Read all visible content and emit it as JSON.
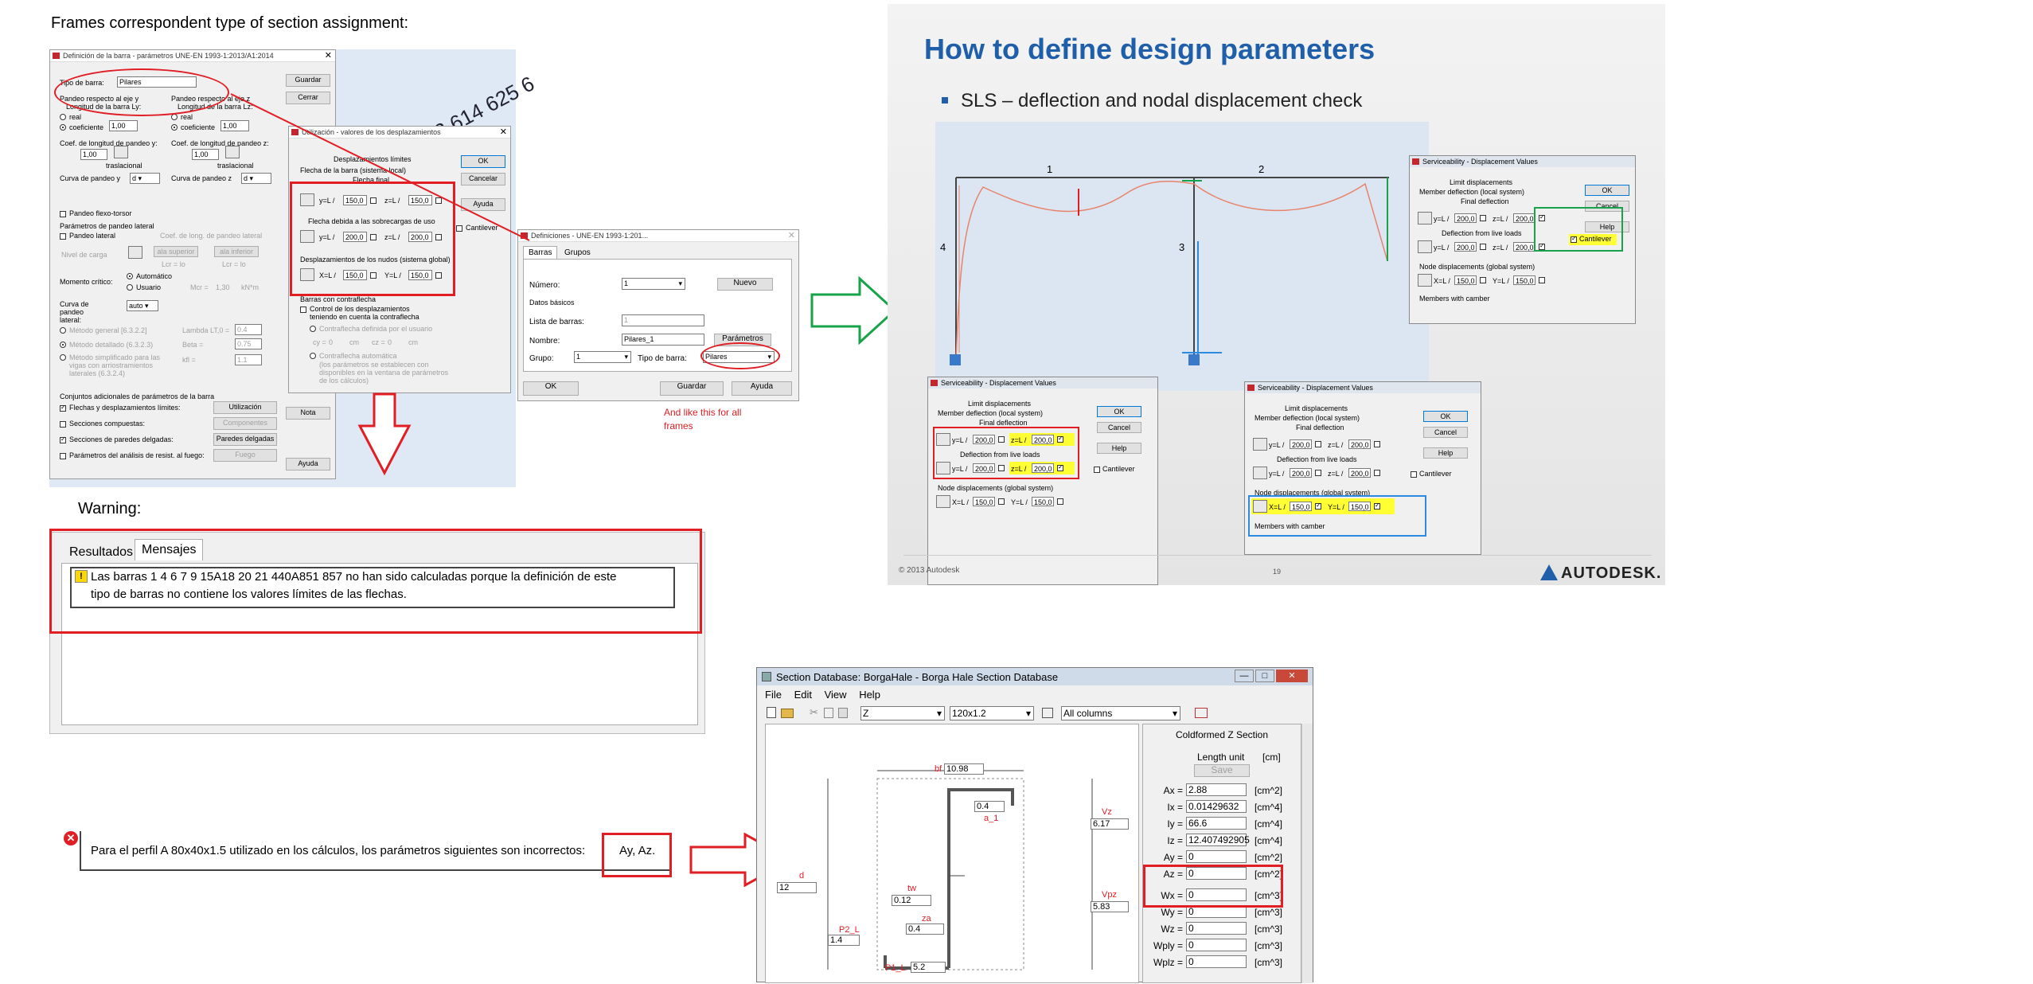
{
  "heading_frames": "Frames correspondent type of section assignment:",
  "barra_dialog": {
    "title": "Definición de la barra - parámetros UNE-EN 1993-1:2013/A1:2014",
    "tipo_label": "Tipo de barra:",
    "tipo_value": "Pilares",
    "guardar": "Guardar",
    "cerrar": "Cerrar",
    "pandeo_y": "Pandeo respecto al eje y",
    "pandeo_z": "Pandeo respecto al eje z",
    "longitud_y": "Longitud de la barra Ly:",
    "longitud_z": "Longitud de la barra Lz:",
    "real": "real",
    "coeficiente": "coeficiente",
    "ly_value": "1,00",
    "lz_value": "1,00",
    "coef_y": "Coef. de longitud de pandeo y:",
    "coef_z": "Coef. de longitud de pandeo z:",
    "ky_value": "1,00",
    "kz_value": "1,00",
    "traslacional": "traslacional",
    "curva_y": "Curva de pandeo y",
    "curva_z": "Curva de pandeo z",
    "curva_y_val": "d",
    "curva_z_val": "d",
    "flexo": "Pandeo flexo-torsor",
    "param_lat": "Parámetros de pandeo lateral",
    "pandeo_lat": "Pandeo lateral",
    "nivel_carga": "Nivel de carga",
    "coef_long_lat": "Coef. de long. de pandeo lateral",
    "ala_sup": "ala superior",
    "ala_inf": "ala inferior",
    "lcr_up": "Lcr = lo",
    "lcr_low": "Lcr = lo",
    "momento": "Momento crítico:",
    "automatico": "Automático",
    "usuario": "Usuario",
    "mcr": "Mcr =",
    "mcr_val": "1,30",
    "knm": "kN*m",
    "curva_lat": "Curva de pandeo lateral:",
    "curva_lat_val": "auto",
    "metodo_general": "Método general [6.3.2.2]",
    "lambda_lt": "Lambda LT,0 =",
    "lambda_val": "0.4",
    "metodo_det": "Método detallado (6.3.2.3)",
    "beta": "Beta =",
    "beta_val": "0.75",
    "metodo_simpl": "Método simplificado para las vigas con arriostramientos laterales (6.3.2.4)",
    "kfl": "kfl =",
    "kfl_val": "1.1",
    "conjuntos": "Conjuntos adicionales de parámetros de la barra",
    "flechas": "Flechas y desplazamientos límites:",
    "utilizacion": "Utilización",
    "secciones_comp": "Secciones compuestas:",
    "componentes": "Componentes",
    "secciones_del": "Secciones de paredes delgadas:",
    "paredes": "Paredes delgadas",
    "param_fuego": "Parámetros del análisis de resist. al fuego:",
    "fuego": "Fuego",
    "nota": "Nota",
    "ayuda": "Ayuda",
    "bg_numbers": "3 614 625 6"
  },
  "util_dialog": {
    "title": "Utilización - valores de los desplazamientos",
    "desp_lim": "Desplazamientos límites",
    "flecha_local": "Flecha de la barra (sistema local)",
    "flecha_final": "Flecha final",
    "y_l": "y=L /",
    "z_l": "z=L /",
    "x_l": "X=L /",
    "y_l2": "Y=L /",
    "v150": "150,0",
    "v200": "200,0",
    "flecha_sobrecargas": "Flecha debida a las sobrecargas de uso",
    "desp_nudos": "Desplazamientos de los nudos (sistema global)",
    "ok": "OK",
    "cancelar": "Cancelar",
    "ayuda": "Ayuda",
    "cantilever": "Cantilever",
    "barras_contra": "Barras con contraflecha",
    "control_contra": "Control de los desplazamientos teniendo en cuenta la contraflecha",
    "contra_usuario": "Contraflecha definida por el usuario",
    "contra_auto": "Contraflecha automática",
    "contra_nota": "(los parámetros se establecen con disponibles en la ventana de parámetros de los cálculos)",
    "cy": "cy =",
    "cz": "cz =",
    "cval": "0",
    "cm": "cm"
  },
  "def_dialog": {
    "title": "Definiciones - UNE-EN 1993-1:201...",
    "tab_barras": "Barras",
    "tab_grupos": "Grupos",
    "numero": "Número:",
    "numero_val": "1",
    "nuevo": "Nuevo",
    "datos": "Datos básicos",
    "lista": "Lista de barras:",
    "lista_val": "1",
    "nombre": "Nombre:",
    "nombre_val": "Pilares_1",
    "parametros": "Parámetros",
    "grupo": "Grupo:",
    "grupo_val": "1",
    "tipo": "Tipo de barra:",
    "tipo_val": "Pilares",
    "ok": "OK",
    "guardar": "Guardar",
    "ayuda": "Ayuda"
  },
  "note_red": "And like this for all frames",
  "warning_label": "Warning:",
  "msg_panel": {
    "tab1": "Resultados",
    "tab2": "Mensajes",
    "line1": "Las barras  1 4 6 7 9 15A18 20 21 440A851 857   no han sido calculadas porque la definición de este",
    "line2": "tipo de barras no contiene los valores límites de las flechas."
  },
  "error_line": {
    "text": "Para el perfil A 80x40x1.5 utilizado en los cálculos, los parámetros siguientes son incorrectos:",
    "params": "Ay, Az."
  },
  "slide": {
    "title": "How to define design parameters",
    "bullet": "SLS – deflection and nodal displacement check",
    "footer_left": "© 2013 Autodesk",
    "page": "19",
    "brand": "AUTODESK.",
    "beam1": "1",
    "beam2": "2",
    "col3": "3",
    "col4": "4",
    "sv_title": "Serviceability - Displacement Values",
    "limit": "Limit displacements",
    "member_def": "Member deflection (local system)",
    "final_def": "Final deflection",
    "live_def": "Deflection from live loads",
    "node_disp": "Node displacements (global system)",
    "members_camber": "Members with camber",
    "ok": "OK",
    "cancel": "Cancel",
    "help": "Help",
    "cantilever": "Cantilever",
    "y_l": "y=L /",
    "z_l": "z=L /",
    "x_l": "X=L /",
    "y_l2": "Y=L /",
    "v200": "200,0",
    "v150": "150,0"
  },
  "section_db": {
    "title": "Section Database: BorgaHale - Borga Hale Section Database",
    "menu": [
      "File",
      "Edit",
      "View",
      "Help"
    ],
    "shape": "Z",
    "size": "120x1.2",
    "columns": "All columns",
    "panel_title": "Coldformed Z Section",
    "length_unit": "Length unit",
    "unit": "[cm]",
    "save": "Save",
    "props": [
      {
        "k": "Ax =",
        "v": "2.88",
        "u": "[cm^2]"
      },
      {
        "k": "Ix =",
        "v": "0.01429632",
        "u": "[cm^4]"
      },
      {
        "k": "Iy =",
        "v": "66.6",
        "u": "[cm^4]"
      },
      {
        "k": "Iz =",
        "v": "12.407492905",
        "u": "[cm^4]"
      },
      {
        "k": "Ay =",
        "v": "0",
        "u": "[cm^2]"
      },
      {
        "k": "Az =",
        "v": "0",
        "u": "[cm^2]"
      },
      {
        "k": "Wx =",
        "v": "0",
        "u": "[cm^3]"
      },
      {
        "k": "Wy =",
        "v": "0",
        "u": "[cm^3]"
      },
      {
        "k": "Wz =",
        "v": "0",
        "u": "[cm^3]"
      },
      {
        "k": "Wply =",
        "v": "0",
        "u": "[cm^3]"
      },
      {
        "k": "Wplz =",
        "v": "0",
        "u": "[cm^3]"
      }
    ],
    "dims": {
      "bf": "bf",
      "bf_val": "10.98",
      "a1_val": "0.4",
      "a1": "a_1",
      "vz": "Vz",
      "vz_val": "6.17",
      "d": "d",
      "d_val": "12",
      "tw": "tw",
      "tw_val": "0.12",
      "za": "za",
      "za_val": "0.4",
      "vpz": "Vpz",
      "vpz_val": "5.83",
      "p2l": "P2_L",
      "p2l_val": "1.4",
      "p1l": "P1_L",
      "p1l_val": "5.2"
    }
  }
}
